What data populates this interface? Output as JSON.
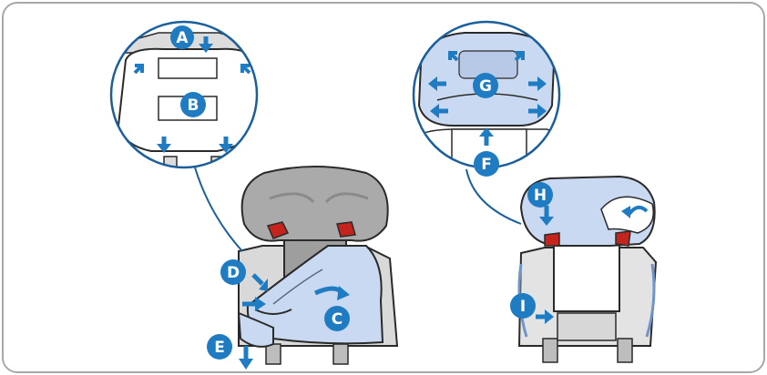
{
  "labels": {
    "a": "A",
    "b": "B",
    "c": "C",
    "d": "D",
    "e": "E",
    "f": "F",
    "g": "G",
    "h": "H",
    "i": "I"
  },
  "colors": {
    "frame_border": "#a8a8a8",
    "accent": "#1f7cc2",
    "cover": "#c8d9f1",
    "seat_grey": "#a9a9a9",
    "seat_light": "#d3d3d3",
    "line": "#2a2a2a",
    "red_clip": "#c4241c"
  }
}
